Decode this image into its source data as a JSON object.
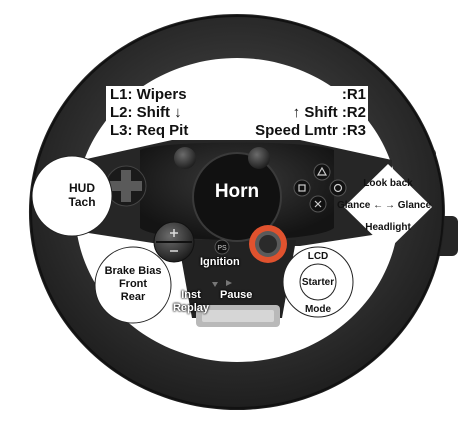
{
  "left_buttons": {
    "l1": "L1: Wipers",
    "l2": "L2: Shift ↓",
    "l3": "L3: Req Pit"
  },
  "right_buttons": {
    "r1": ":R1",
    "r2": "↑ Shift :R2",
    "r3": "Speed Lmtr :R3"
  },
  "horn": "Horn",
  "hud_tach": {
    "line1": "HUD",
    "line2": "Tach"
  },
  "brake_bias": {
    "line1": "Brake Bias",
    "line2": "Front",
    "line3": "Rear"
  },
  "ignition": "Ignition",
  "inst_replay": {
    "line1": "Inst",
    "line2": "Replay"
  },
  "pause": "Pause",
  "lcd_dial": {
    "top": "LCD",
    "center": "Starter",
    "bottom": "Mode"
  },
  "look_controls": {
    "look_back": "Look back",
    "glance_left": "Glance ←",
    "glance_right": "→ Glance",
    "headlight": "Headlight"
  },
  "colors": {
    "wheel": "#2a2a2a",
    "hub": "#1b1b1b",
    "dial_accent": "#e0522e",
    "label_bg": "#ffffff"
  },
  "icons": [
    "dpad-icon",
    "plus-icon",
    "minus-icon",
    "ps-button-icon",
    "red-dial-icon",
    "triangle-icon",
    "circle-icon",
    "square-icon",
    "cross-icon",
    "paddle-shifter-icon"
  ]
}
